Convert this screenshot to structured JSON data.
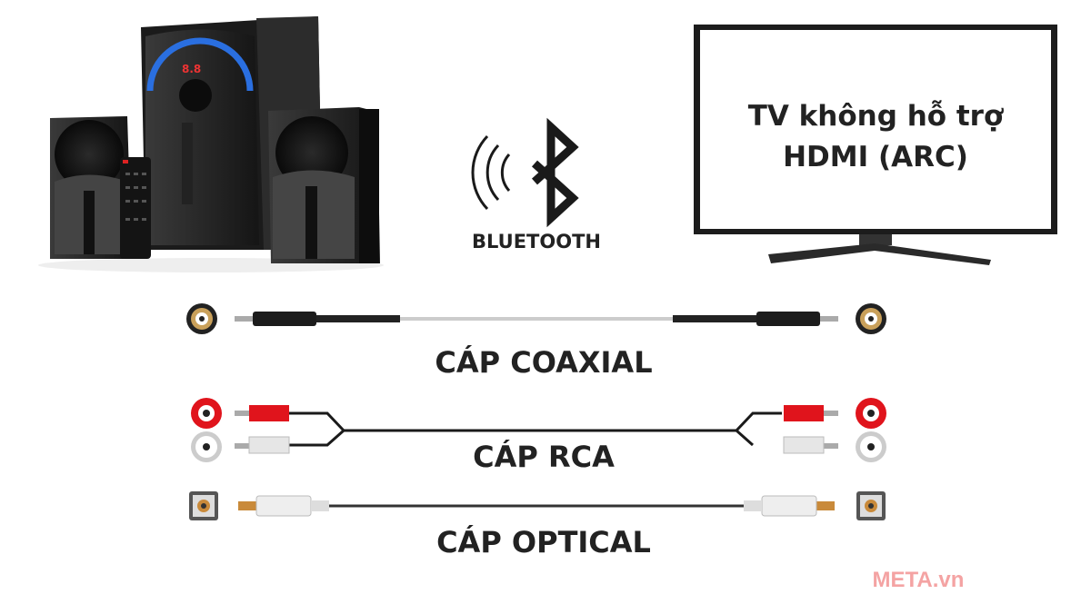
{
  "bluetooth": {
    "label": "BLUETOOTH",
    "icon": "bluetooth-icon"
  },
  "tv": {
    "line1": "TV không hỗ trợ",
    "line2": "HDMI (ARC)"
  },
  "cables": [
    {
      "label": "CÁP COAXIAL"
    },
    {
      "label": "CÁP RCA"
    },
    {
      "label": "CÁP OPTICAL"
    }
  ],
  "watermark": "META.vn",
  "colors": {
    "rca_red": "#e0141c",
    "watermark": "#f4a3a3",
    "speaker_glow": "#2a6fe0"
  }
}
